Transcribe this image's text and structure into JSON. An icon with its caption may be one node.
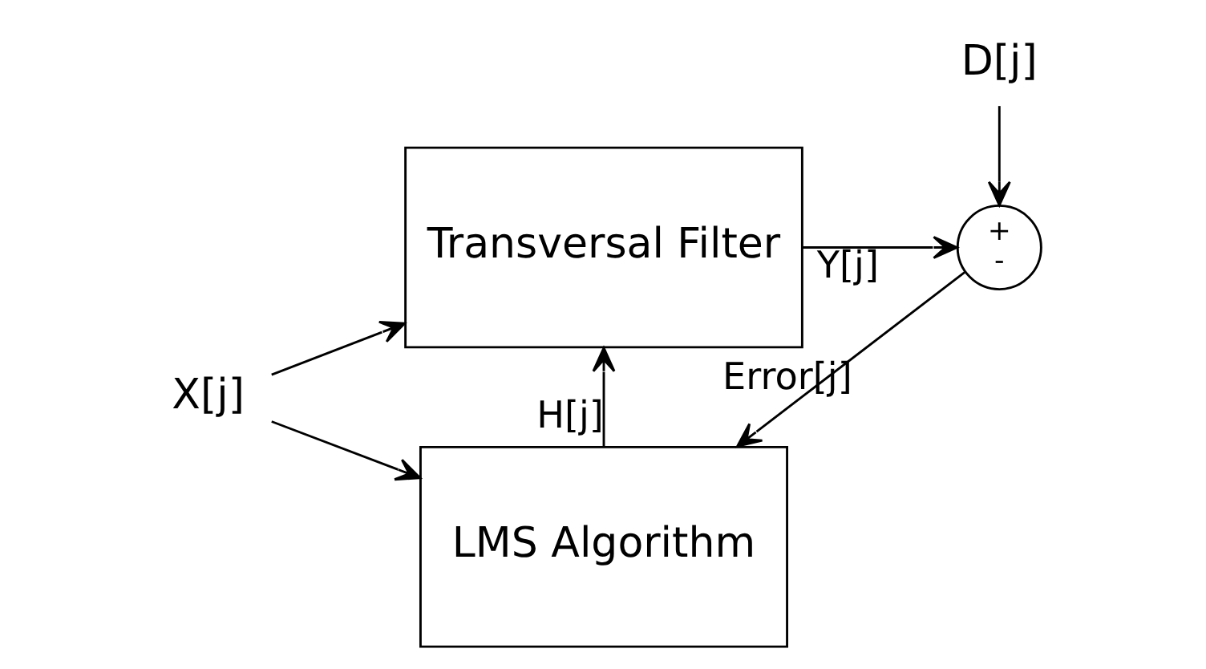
{
  "diagram": {
    "nodes": [
      {
        "text": [
          "X[j]"
        ]
      },
      {
        "text": [
          "Transversal Filter"
        ]
      },
      {
        "text": [
          "LMS Algorithm"
        ]
      },
      {
        "text": [
          "+",
          "-"
        ]
      },
      {
        "text": [
          "D[j]"
        ]
      }
    ],
    "edges": [
      {
        "from": 0,
        "to": 1,
        "arrow": "to"
      },
      {
        "from": 0,
        "to": 2,
        "arrow": "to"
      },
      {
        "from": 2,
        "to": 1,
        "arrow": "to",
        "label": "H[j]"
      },
      {
        "from": 1,
        "to": 3,
        "arrow": "to",
        "label": "Y[j]"
      },
      {
        "from": 4,
        "to": 3,
        "arrow": "to"
      },
      {
        "from": 3,
        "to": 2,
        "arrow": "to",
        "label": "Error[j]"
      }
    ]
  }
}
